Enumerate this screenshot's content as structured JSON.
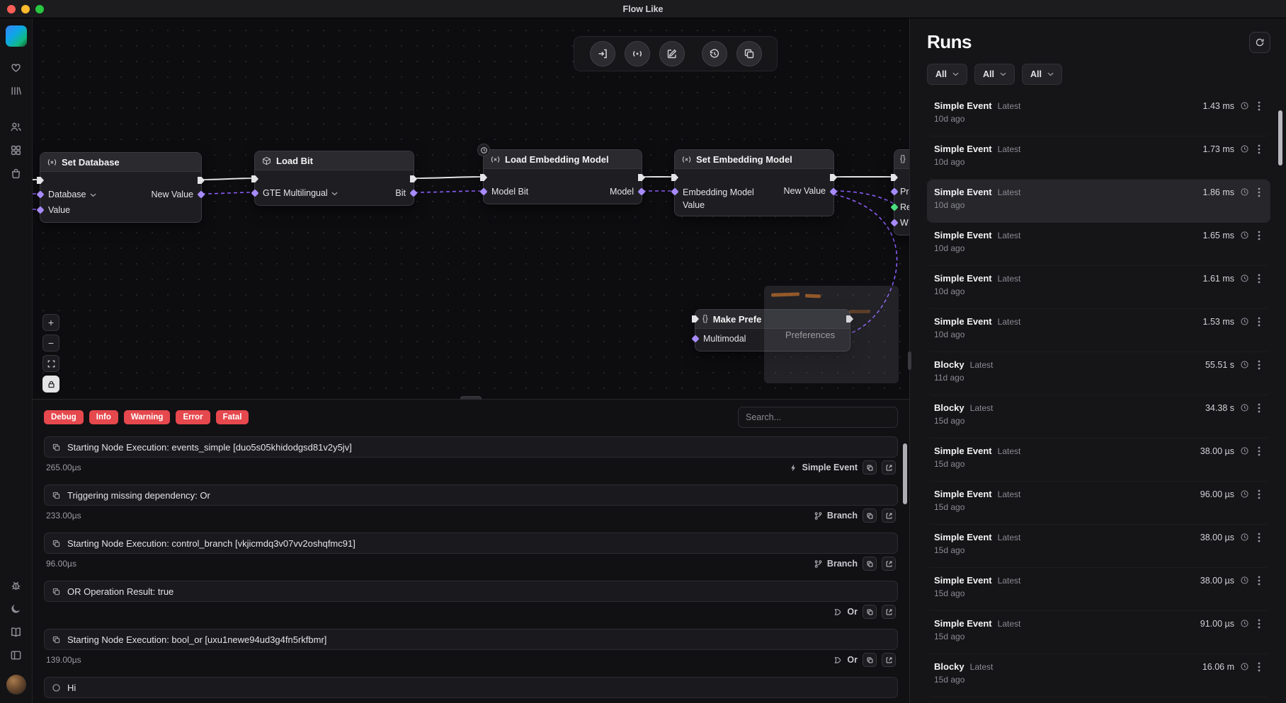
{
  "window": {
    "title": "Flow Like"
  },
  "colors": {
    "accent_red": "#e5484d",
    "pin_purple": "#a78bfa",
    "pin_green": "#4ade80",
    "edge_white": "#e4e4e7",
    "edge_purple": "#8b5cf6"
  },
  "sidebar": {
    "icons": [
      "app-logo",
      "heart",
      "library",
      "users",
      "grid",
      "shopping-bag",
      "bug",
      "moon",
      "book",
      "panel-left",
      "avatar"
    ]
  },
  "canvas": {
    "toolbar": {
      "buttons": [
        "log-in",
        "broadcast",
        "edit",
        "history",
        "layers"
      ]
    },
    "zoom_controls": {
      "zoom_in": "+",
      "zoom_out": "−"
    },
    "nodes": {
      "set_database": {
        "title": "Set Database",
        "input1": "Database",
        "input2": "Value",
        "output1": "New Value"
      },
      "load_bit": {
        "title": "Load Bit",
        "select_value": "GTE Multilingual",
        "output1": "Bit"
      },
      "load_embedding_model": {
        "title": "Load Embedding Model",
        "input1": "Model Bit",
        "output1": "Model"
      },
      "set_embedding_model": {
        "title": "Set Embedding Model",
        "input1": "Embedding Model Value",
        "output1": "New Value"
      },
      "clipped_right": {
        "icon": "{}",
        "row1": "Pr",
        "row2": "Re",
        "row3": "W"
      },
      "make_preferences": {
        "icon": "{}",
        "title": "Make Prefe",
        "input1": "Multimodal"
      },
      "drag_ghost": {
        "label": "Preferences"
      }
    }
  },
  "logs": {
    "filters": [
      "Debug",
      "Info",
      "Warning",
      "Error",
      "Fatal"
    ],
    "search_placeholder": "Search...",
    "entries": [
      {
        "message": "Starting Node Execution: events_simple [duo5s05khidodgsd81v2y5jv]",
        "duration": "265.00µs",
        "node": "Simple Event"
      },
      {
        "message": "Triggering missing dependency: Or",
        "duration": "233.00µs",
        "node": "Branch"
      },
      {
        "message": "Starting Node Execution: control_branch [vkjicmdq3v07vv2oshqfmc91]",
        "duration": "96.00µs",
        "node": "Branch"
      },
      {
        "message": "OR Operation Result: true",
        "duration": "",
        "node": "Or"
      },
      {
        "message": "Starting Node Execution: bool_or [uxu1newe94ud3g4fn5rkfbmr]",
        "duration": "139.00µs",
        "node": "Or"
      },
      {
        "message": "Hi",
        "duration": "",
        "node": ""
      }
    ]
  },
  "runs": {
    "title": "Runs",
    "filters": [
      "All",
      "All",
      "All"
    ],
    "items": [
      {
        "name": "Simple Event",
        "badge": "Latest",
        "age": "10d ago",
        "duration": "1.43 ms"
      },
      {
        "name": "Simple Event",
        "badge": "Latest",
        "age": "10d ago",
        "duration": "1.73 ms"
      },
      {
        "name": "Simple Event",
        "badge": "Latest",
        "age": "10d ago",
        "duration": "1.86 ms"
      },
      {
        "name": "Simple Event",
        "badge": "Latest",
        "age": "10d ago",
        "duration": "1.65 ms"
      },
      {
        "name": "Simple Event",
        "badge": "Latest",
        "age": "10d ago",
        "duration": "1.61 ms"
      },
      {
        "name": "Simple Event",
        "badge": "Latest",
        "age": "10d ago",
        "duration": "1.53 ms"
      },
      {
        "name": "Blocky",
        "badge": "Latest",
        "age": "11d ago",
        "duration": "55.51 s"
      },
      {
        "name": "Blocky",
        "badge": "Latest",
        "age": "15d ago",
        "duration": "34.38 s"
      },
      {
        "name": "Simple Event",
        "badge": "Latest",
        "age": "15d ago",
        "duration": "38.00 µs"
      },
      {
        "name": "Simple Event",
        "badge": "Latest",
        "age": "15d ago",
        "duration": "96.00 µs"
      },
      {
        "name": "Simple Event",
        "badge": "Latest",
        "age": "15d ago",
        "duration": "38.00 µs"
      },
      {
        "name": "Simple Event",
        "badge": "Latest",
        "age": "15d ago",
        "duration": "38.00 µs"
      },
      {
        "name": "Simple Event",
        "badge": "Latest",
        "age": "15d ago",
        "duration": "91.00 µs"
      },
      {
        "name": "Blocky",
        "badge": "Latest",
        "age": "15d ago",
        "duration": "16.06 m"
      }
    ]
  }
}
